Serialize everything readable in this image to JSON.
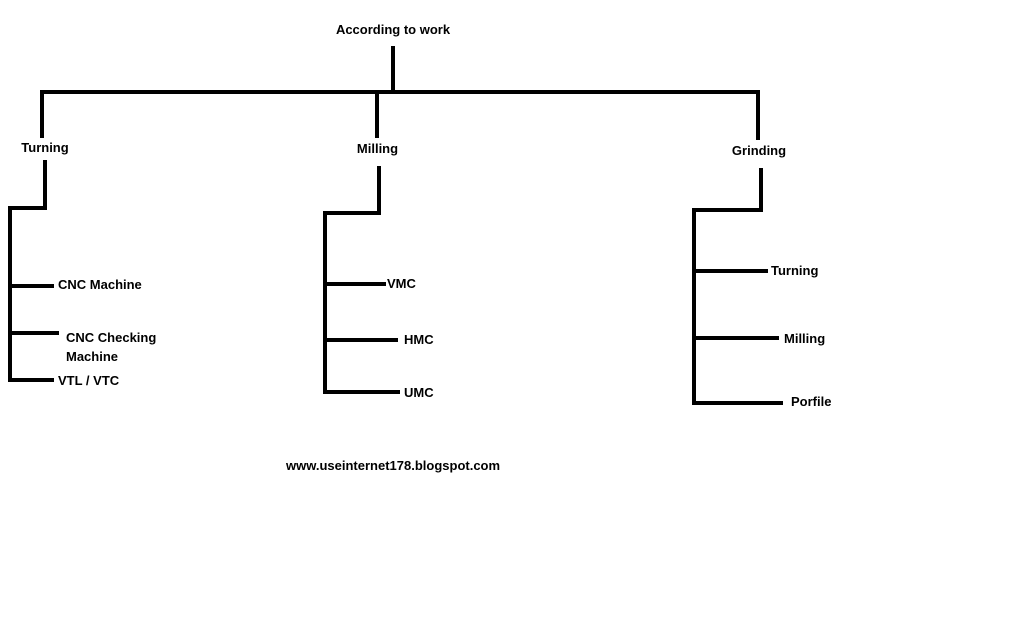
{
  "diagram": {
    "root": "According to work",
    "branches": [
      {
        "label": "Turning",
        "children": [
          "CNC Machine",
          "CNC Checking Machine",
          "VTL / VTC"
        ]
      },
      {
        "label": "Milling",
        "children": [
          "VMC",
          "HMC",
          "UMC"
        ]
      },
      {
        "label": "Grinding",
        "children": [
          "Turning",
          "Milling",
          "Porfile"
        ]
      }
    ],
    "watermark": "www.useinternet178.blogspot.com",
    "line_color": "#000000",
    "background_color": "#ffffff",
    "text_color": "#000000"
  }
}
